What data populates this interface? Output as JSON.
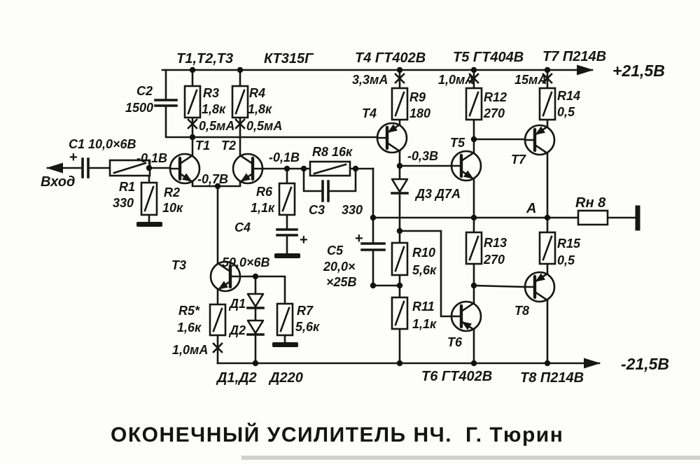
{
  "title": {
    "main": "ОКОНЕЧНЫЙ УСИЛИТЕЛЬ НЧ.",
    "author": "Г. Тюрин"
  },
  "power": {
    "positive_rail": "+21,5В",
    "negative_rail": "-21,5В"
  },
  "io": {
    "input_label": "Вход",
    "output_node": "А",
    "load_label": "Rн 8"
  },
  "device_types": {
    "t123_names": "Т1,Т2,Т3",
    "t123_type": "КТ315Г",
    "t4_type": "Т4 ГТ402В",
    "t5_type": "Т5 ГТ404В",
    "t7_type": "Т7 П214В",
    "t6_type": "Т6 ГТ402В",
    "t8_type": "Т8 П214В",
    "d12_names": "Д1,Д2",
    "d12_type": "Д220",
    "d3_type": "Д3 Д7А"
  },
  "transistors": {
    "t1": "Т1",
    "t2": "Т2",
    "t3": "Т3",
    "t4": "Т4",
    "t5": "Т5",
    "t6": "Т6",
    "t7": "Т7",
    "t8": "Т8"
  },
  "diodes": {
    "d1": "Д1",
    "d2": "Д2"
  },
  "resistors": {
    "r1": {
      "name": "R1",
      "value": "330"
    },
    "r2": {
      "name": "R2",
      "value": "10к"
    },
    "r3": {
      "name": "R3",
      "value": "1,8к"
    },
    "r4": {
      "name": "R4",
      "value": "1,8к"
    },
    "r5": {
      "name": "R5*",
      "value": "1,6к"
    },
    "r6": {
      "name": "R6",
      "value": "1,1к"
    },
    "r7": {
      "name": "R7",
      "value": "5,6к"
    },
    "r8": {
      "label": "R8 16к"
    },
    "r9": {
      "name": "R9",
      "value": "180"
    },
    "r10": {
      "name": "R10",
      "value": "5,6к"
    },
    "r11": {
      "name": "R11",
      "value": "1,1к"
    },
    "r12": {
      "name": "R12",
      "value": "270"
    },
    "r13": {
      "name": "R13",
      "value": "270"
    },
    "r14": {
      "name": "R14",
      "value": "0,5"
    },
    "r15": {
      "name": "R15",
      "value": "0,5"
    }
  },
  "capacitors": {
    "c1": {
      "name": "С1",
      "value": "10,0×6В"
    },
    "c2": {
      "name": "С2",
      "value": "1500"
    },
    "c3": {
      "name": "С3",
      "value": "330"
    },
    "c4": {
      "name": "С4",
      "value": "50,0×6В"
    },
    "c5": {
      "name": "С5",
      "value_line1": "20,0×",
      "value_line2": "×25В"
    }
  },
  "currents": {
    "i_t1": "0,5мА",
    "i_t2": "0,5мА",
    "i_t4": "3,3мА",
    "i_t5": "1,0мА",
    "i_t7": "15мА",
    "i_t3": "1,0мА"
  },
  "voltages": {
    "v_t1_base": "-0,1В",
    "v_emitters": "-0,7В",
    "v_t2_base": "-0,1В",
    "v_t4_collector": "-0,3В"
  },
  "symbols": {
    "plus": "+"
  }
}
